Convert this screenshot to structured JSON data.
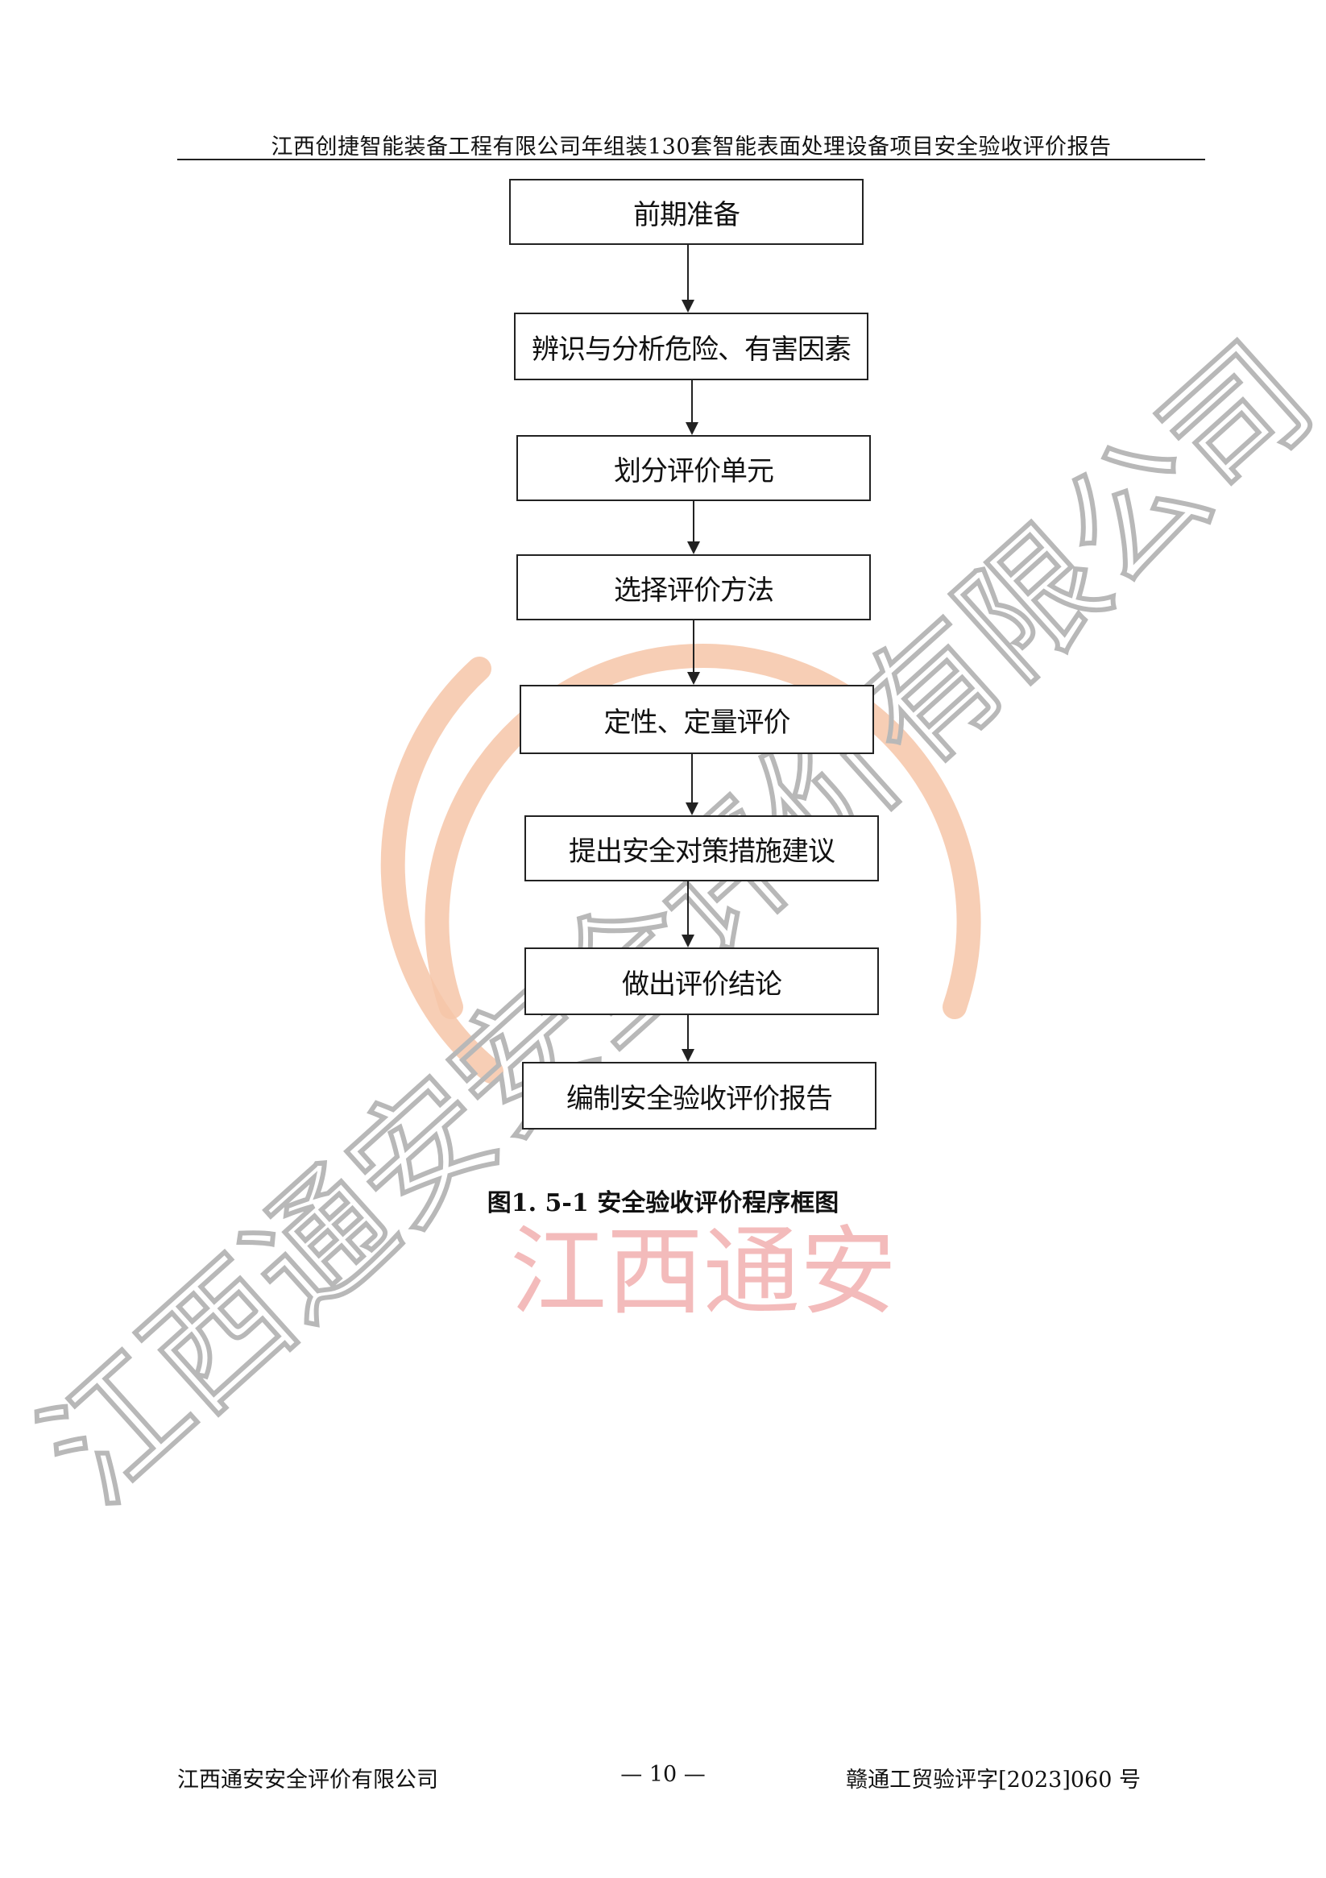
{
  "header": {
    "title": "江西创捷智能装备工程有限公司年组装130套智能表面处理设备项目安全验收评价报告"
  },
  "flowchart": {
    "steps": [
      "前期准备",
      "辨识与分析危险、有害因素",
      "划分评价单元",
      "选择评价方法",
      "定性、定量评价",
      "提出安全对策措施建议",
      "做出评价结论",
      "编制安全验收评价报告"
    ],
    "caption": "图1. 5-1  安全验收评价程序框图"
  },
  "watermark": {
    "diagonal_text": "江西通安安全评价有限公司",
    "seal_text": "江西通安",
    "diagonal_color": "#b8b8b8",
    "seal_color": "#f6c6a8",
    "seal_text_color": "#f2b4b4"
  },
  "footer": {
    "company": "江西通安安全评价有限公司",
    "page_number": "— 10 —",
    "document_number": "赣通工贸验评字[2023]060 号"
  }
}
